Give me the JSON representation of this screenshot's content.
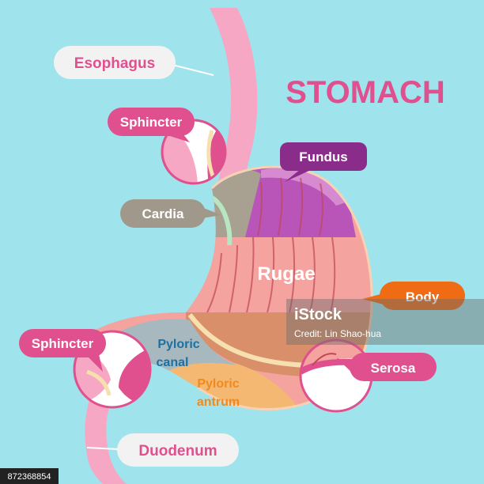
{
  "title": "STOMACH",
  "labels": {
    "esophagus": "Esophagus",
    "sphincter_top": "Sphincter",
    "fundus": "Fundus",
    "cardia": "Cardia",
    "rugae": "Rugae",
    "body": "Body",
    "sphincter_bottom": "Sphincter",
    "pyloric_canal_line1": "Pyloric",
    "pyloric_canal_line2": "canal",
    "pyloric_antrum_line1": "Pyloric",
    "pyloric_antrum_line2": "antrum",
    "serosa": "Serosa",
    "duodenum": "Duodenum"
  },
  "watermark": {
    "brand": "iStock",
    "credit": "Credit: Lin Shao-hua",
    "id": "872368854"
  },
  "colors": {
    "background": "#9fe4ec",
    "title": "#e0508e",
    "tube": "#f6a7c4",
    "stomach": "#f49a9a",
    "fundus": "#a64bb0",
    "body_label": "#ef6b14",
    "cardia": "#a0988a",
    "pyloric_canal_text": "#1f6fa0",
    "pyloric_antrum_text": "#f08a1e"
  }
}
